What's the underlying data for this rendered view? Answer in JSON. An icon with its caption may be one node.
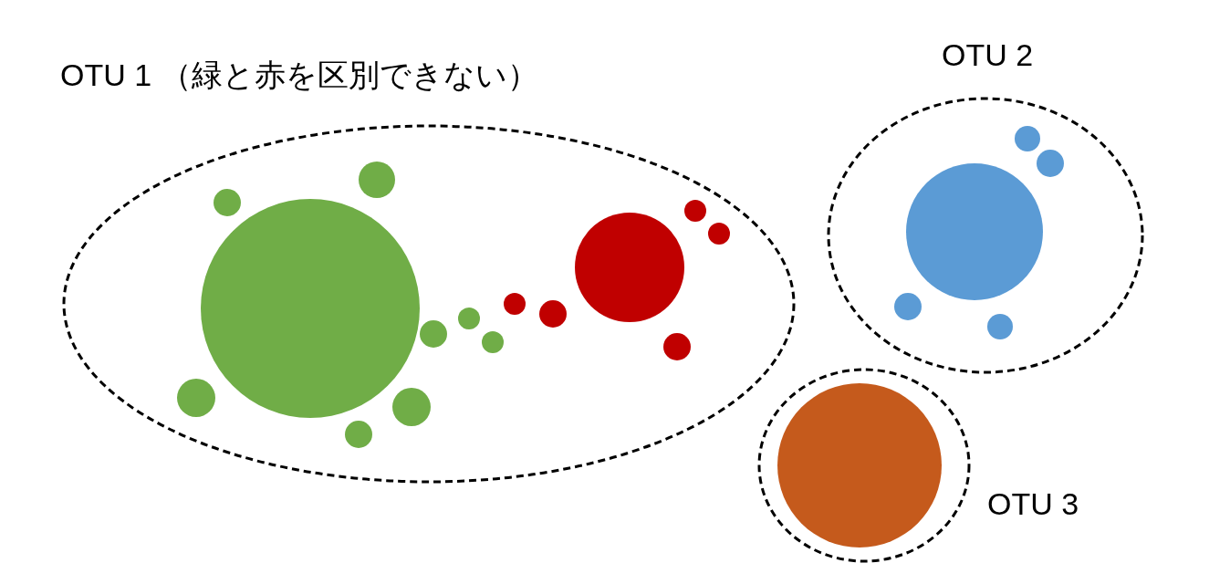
{
  "diagram": {
    "nodes": [
      {
        "text": [
          "OTU 1 （緑と赤を区別できない）"
        ]
      },
      {
        "text": [
          "OTU 2"
        ]
      },
      {
        "text": [
          "OTU 3"
        ]
      }
    ]
  }
}
